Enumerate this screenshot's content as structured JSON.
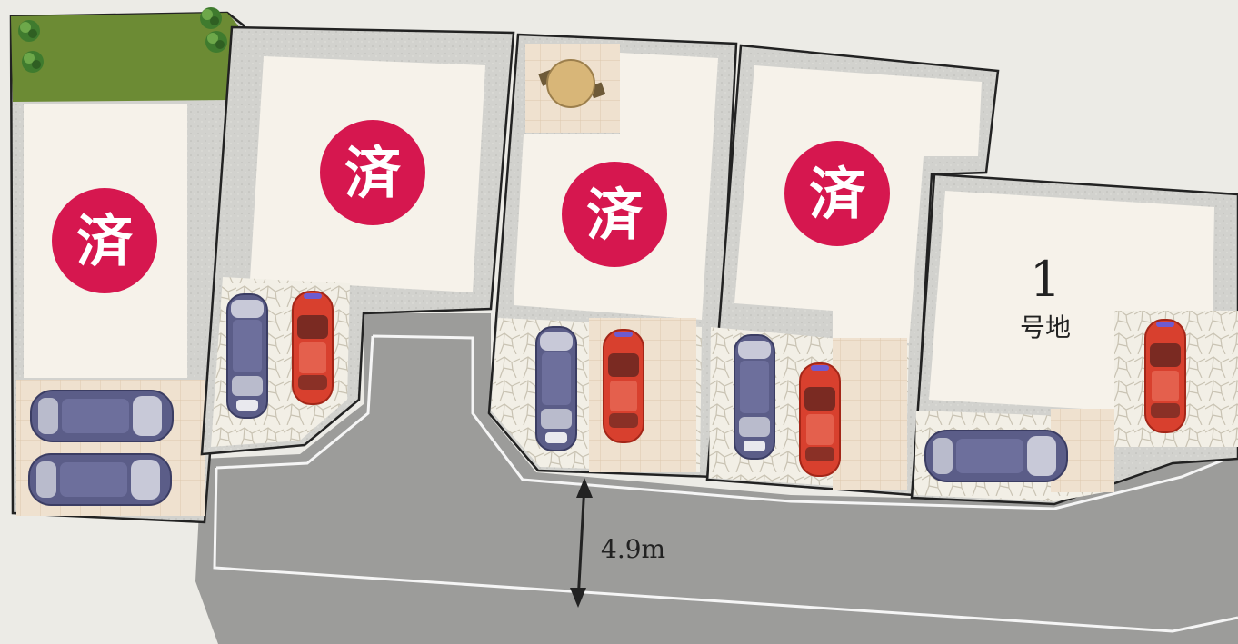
{
  "lots": [
    {
      "id": "lot-a",
      "status": "済"
    },
    {
      "id": "lot-b",
      "status": "済"
    },
    {
      "id": "lot-c",
      "status": "済"
    },
    {
      "id": "lot-d",
      "status": "済"
    },
    {
      "id": "lot-1",
      "number": "1",
      "suffix": "号地"
    }
  ],
  "road": {
    "width_label": "4.9m"
  },
  "colors": {
    "sold_badge": "#d6174f",
    "road": "#9a9a9a",
    "lot_outline": "#222222",
    "green_space": "#6c8b34",
    "parking_tile": "#ecdcc8",
    "car_red": "#d8402e",
    "car_navy": "#5a5c86"
  },
  "icons": [
    "sold-badge",
    "tree-icon",
    "car-icon",
    "patio-table-icon",
    "dimension-arrow-icon"
  ]
}
